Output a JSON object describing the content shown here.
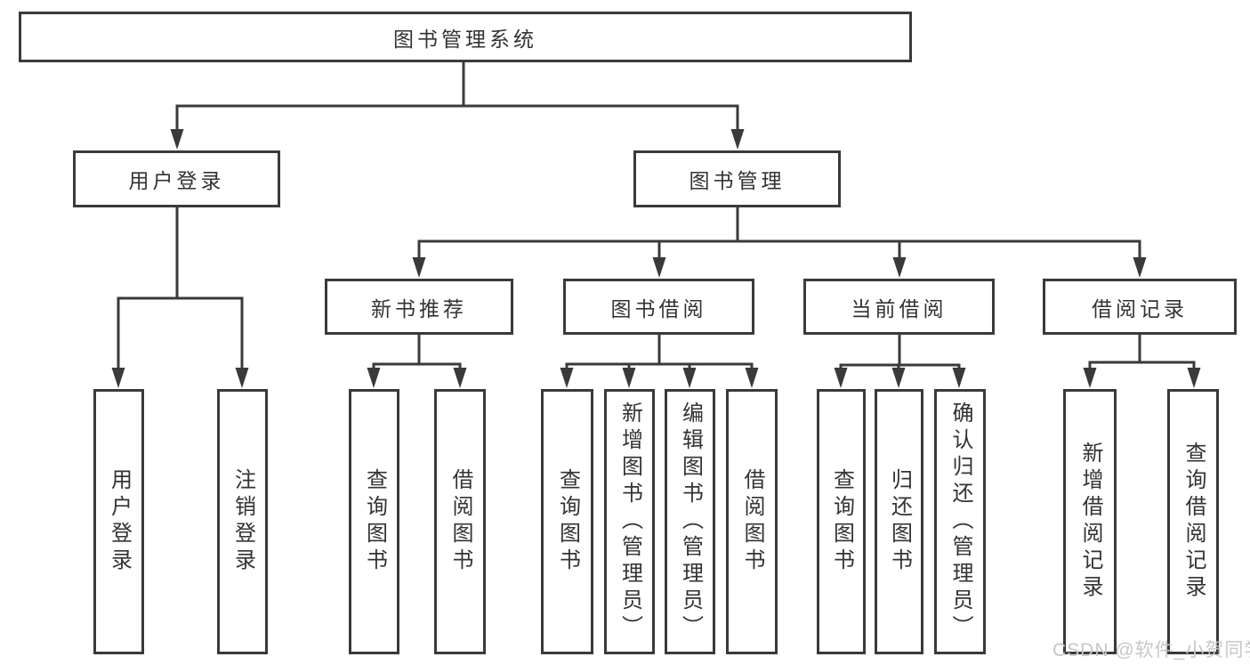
{
  "diagram": {
    "tree": {
      "label": "图书管理系统",
      "children": [
        {
          "label": "用户登录",
          "children": [
            {
              "label": "用户登录"
            },
            {
              "label": "注销登录"
            }
          ]
        },
        {
          "label": "图书管理",
          "children": [
            {
              "label": "新书推荐",
              "children": [
                {
                  "label": "查询图书"
                },
                {
                  "label": "借阅图书"
                }
              ]
            },
            {
              "label": "图书借阅",
              "children": [
                {
                  "label": "查询图书"
                },
                {
                  "label": "新增图书（管理员）"
                },
                {
                  "label": "编辑图书（管理员）"
                },
                {
                  "label": "借阅图书"
                }
              ]
            },
            {
              "label": "当前借阅",
              "children": [
                {
                  "label": "查询图书"
                },
                {
                  "label": "归还图书"
                },
                {
                  "label": "确认归还（管理员）"
                }
              ]
            },
            {
              "label": "借阅记录",
              "children": [
                {
                  "label": "新增借阅记录"
                },
                {
                  "label": "查询借阅记录"
                }
              ]
            }
          ]
        }
      ]
    },
    "colors": {
      "line": "#3a3a3a",
      "text": "#333333",
      "background": "#ffffff",
      "watermark": "#c7c7c7"
    }
  },
  "watermark": {
    "text": "CSDN @软件_小贺同学"
  }
}
